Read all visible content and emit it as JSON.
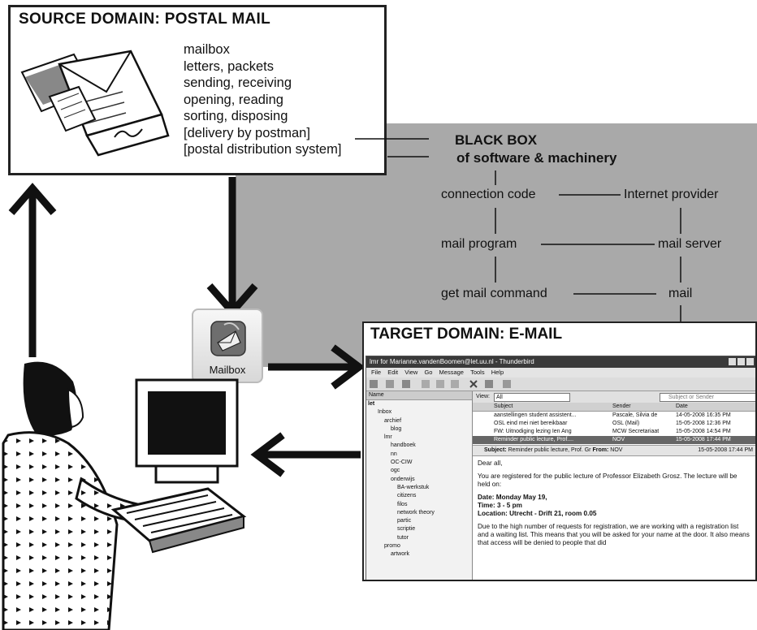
{
  "source": {
    "title": "SOURCE DOMAIN: POSTAL MAIL",
    "items": [
      "mailbox",
      "letters, packets",
      "sending, receiving",
      "opening, reading",
      "sorting, disposing",
      "[delivery by postman]",
      "[postal distribution system]"
    ]
  },
  "blackbox": {
    "title_line1": "BLACK BOX",
    "title_line2": "of software & machinery",
    "nodes": {
      "connection_code": "connection code",
      "internet_provider": "Internet provider",
      "mail_program": "mail program",
      "mail_server": "mail server",
      "get_mail_command": "get mail command",
      "mail": "mail"
    }
  },
  "mailbox_icon": {
    "label": "Mailbox"
  },
  "target": {
    "title": "TARGET DOMAIN: E-MAIL",
    "thunderbird": {
      "window_title": "lmr for Marianne.vandenBoomen@let.uu.nl - Thunderbird",
      "menu": [
        "File",
        "Edit",
        "View",
        "Go",
        "Message",
        "Tools",
        "Help"
      ],
      "view_label": "View:",
      "view_value": "All",
      "search_placeholder": "Subject or Sender",
      "folder_header": "Name",
      "folders": [
        "let",
        "Inbox",
        "archief",
        "blog",
        "lmr",
        "handboek",
        "nn",
        "OC-CIW",
        "ogc",
        "onderwijs",
        "BA-werkstuk",
        "citizens",
        "filos",
        "network theory",
        "partic",
        "scriptie",
        "tutor",
        "promo",
        "artwork"
      ],
      "columns": {
        "subject": "Subject",
        "sender": "Sender",
        "date": "Date"
      },
      "messages": [
        {
          "subject": "aanstellingen student assistent...",
          "sender": "Pascale, Silvia de",
          "date": "14-05-2008 16:35 PM"
        },
        {
          "subject": "OSL eind mei niet bereikbaar",
          "sender": "OSL (Mail)",
          "date": "15-05-2008 12:36 PM"
        },
        {
          "subject": "FW: Uitnodiging lezing Ien Ang",
          "sender": "MCW Secretariaat",
          "date": "15-05-2008 14:54 PM"
        },
        {
          "subject": "Reminder public lecture, Prof....",
          "sender": "NOV",
          "date": "15-05-2008 17:44 PM"
        }
      ],
      "preview": {
        "subject_label": "Subject:",
        "subject_value": "Reminder public lecture, Prof. Gr",
        "from_label": "From:",
        "from_value": "NOV",
        "date": "15-05-2008 17:44 PM",
        "greeting": "Dear all,",
        "para1": "You are registered for the public lecture of Professor Elizabeth Grosz. The lecture will be held on:",
        "date_line": "Date: Monday May 19,",
        "time_line": "Time: 3 - 5 pm",
        "location_line": "Location: Utrecht - Drift 21, room 0.05",
        "para2": "Due to the high number of requests for registration, we are working with a registration list and a waiting list. This means that you will be asked for your name at the door. It also means that access will be denied to people that did"
      }
    }
  }
}
